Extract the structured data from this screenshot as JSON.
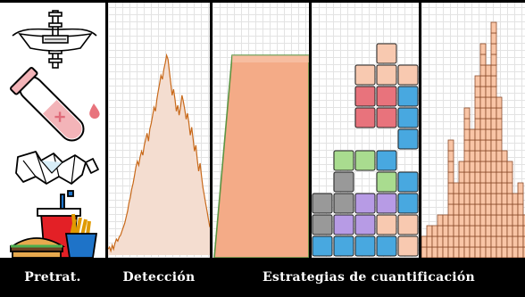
{
  "labels": {
    "pretreatment": "Pretrat.",
    "detection": "Detección",
    "quantification": "Estrategias de cuantificación"
  },
  "colors": {
    "salmon": "#f4ab87",
    "salmon_light": "#f8c9b0",
    "peach": "#f9c5a6",
    "red": "#e8737c",
    "blue": "#48a8e0",
    "green": "#a9dc8f",
    "gray": "#999999",
    "purple": "#b79be5",
    "signal_line": "#c8691a",
    "signal_fill": "#f4ddd0",
    "ramp_edge": "#5c9442"
  },
  "icons": [
    "scale-icon",
    "test-tube-icon",
    "plastic-bottle-icon",
    "fast-food-icon"
  ],
  "detection_signal": [
    3,
    4,
    2,
    5,
    3,
    6,
    8,
    7,
    9,
    10,
    12,
    14,
    16,
    19,
    22,
    26,
    29,
    33,
    36,
    40,
    44,
    47,
    45,
    49,
    52,
    50,
    55,
    58,
    61,
    57,
    63,
    66,
    70,
    74,
    72,
    78,
    82,
    86,
    90,
    88,
    93,
    96,
    100,
    98,
    92,
    86,
    80,
    83,
    78,
    72,
    75,
    70,
    74,
    80,
    77,
    73,
    68,
    71,
    66,
    60,
    64,
    58,
    52,
    55,
    48,
    42,
    46,
    40,
    34,
    30,
    26,
    22,
    18,
    14
  ]
}
